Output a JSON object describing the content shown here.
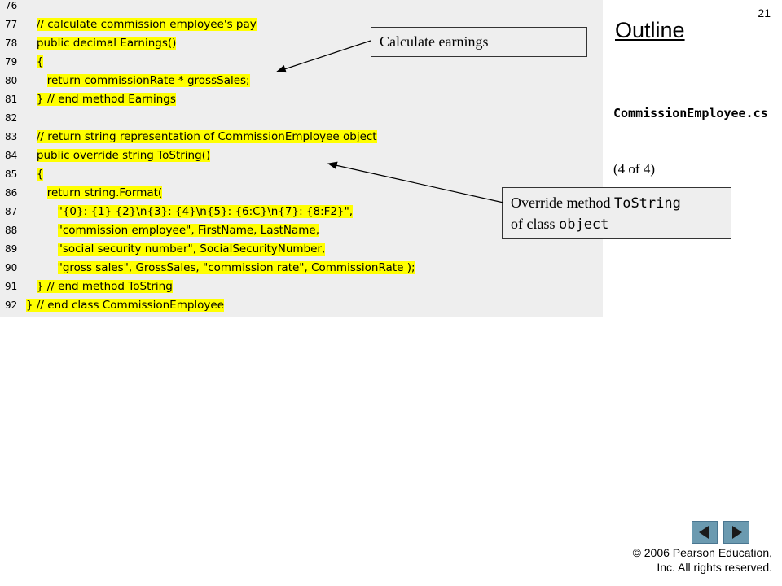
{
  "slide": {
    "page_number": "21",
    "outline_title": "Outline",
    "filename": "CommissionEmployee.cs",
    "page_range": "(4 of 4)",
    "copyright_line1": "© 2006 Pearson Education,",
    "copyright_line2": "Inc.  All rights reserved."
  },
  "callouts": {
    "earnings": "Calculate earnings",
    "tostring_prefix": "Override method ",
    "tostring_method": "ToString",
    "tostring_mid": "of class ",
    "tostring_class": "object"
  },
  "nav": {
    "prev_icon": "left-triangle-icon",
    "next_icon": "right-triangle-icon",
    "button_color": "#6b9ab0"
  },
  "code": {
    "highlight_color": "#ffff00",
    "lines": [
      {
        "no": "76",
        "text": ""
      },
      {
        "no": "77",
        "text": "   // calculate commission employee's pay"
      },
      {
        "no": "78",
        "text": "   public decimal Earnings()"
      },
      {
        "no": "79",
        "text": "   {"
      },
      {
        "no": "80",
        "text": "      return commissionRate * grossSales;"
      },
      {
        "no": "81",
        "text": "   } // end method Earnings"
      },
      {
        "no": "82",
        "text": ""
      },
      {
        "no": "83",
        "text": "   // return string representation of CommissionEmployee object"
      },
      {
        "no": "84",
        "text": "   public override string ToString()"
      },
      {
        "no": "85",
        "text": "   {"
      },
      {
        "no": "86",
        "text": "      return string.Format("
      },
      {
        "no": "87",
        "text": "         \"{0}: {1} {2}\\n{3}: {4}\\n{5}: {6:C}\\n{7}: {8:F2}\","
      },
      {
        "no": "88",
        "text": "         \"commission employee\", FirstName, LastName,"
      },
      {
        "no": "89",
        "text": "         \"social security number\", SocialSecurityNumber,"
      },
      {
        "no": "90",
        "text": "         \"gross sales\", GrossSales, \"commission rate\", CommissionRate );"
      },
      {
        "no": "91",
        "text": "   } // end method ToString"
      },
      {
        "no": "92",
        "text": "} // end class CommissionEmployee"
      }
    ]
  }
}
